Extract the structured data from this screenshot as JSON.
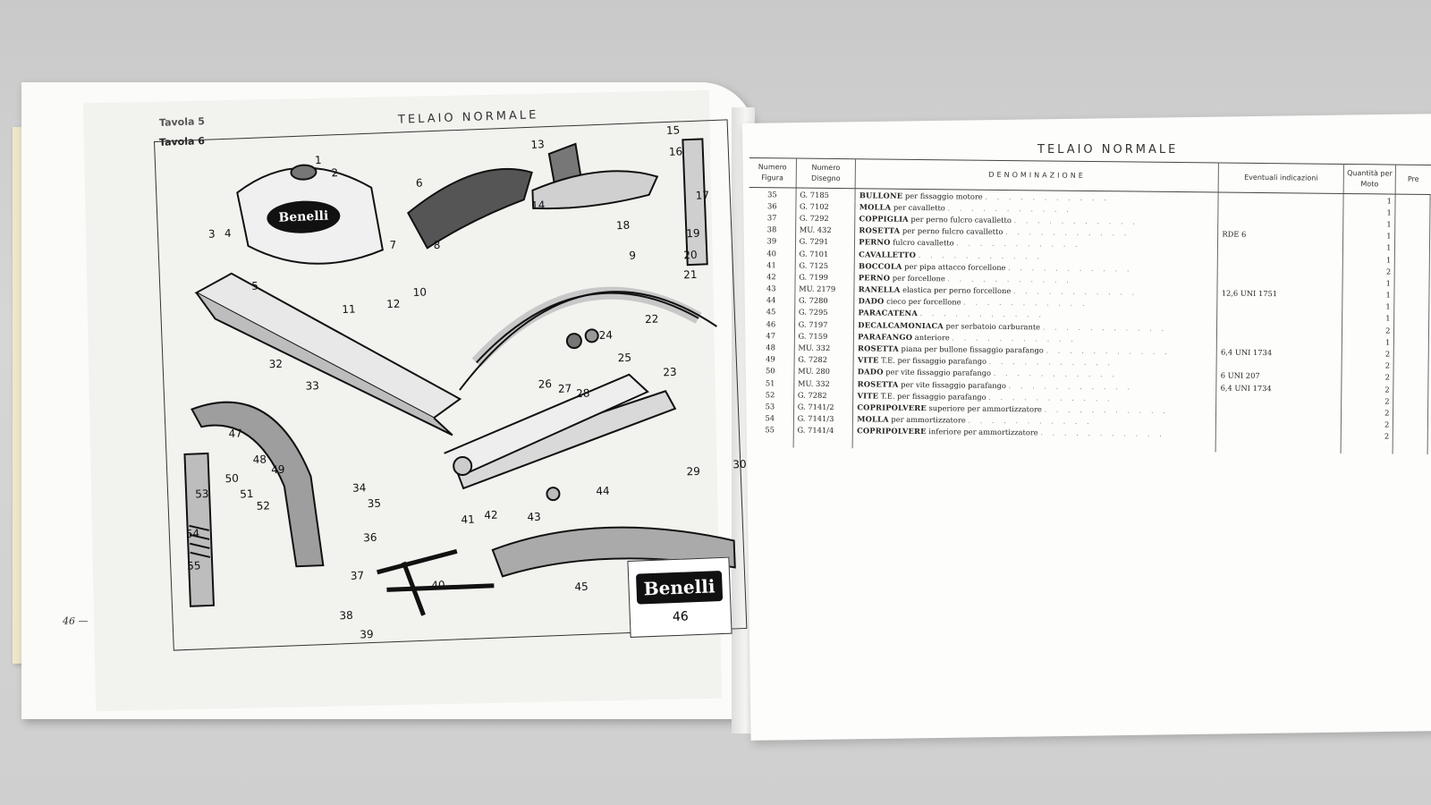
{
  "left_page": {
    "tavola_top": "Tavola 5",
    "tavola": "Tavola 6",
    "title": "TELAIO NORMALE",
    "page_number": "46 —",
    "logo_text": "Benelli",
    "logo_page": "46",
    "tank_logo": "Benelli",
    "callouts": [
      "1",
      "2",
      "3",
      "4",
      "5",
      "6",
      "7",
      "8",
      "9",
      "10",
      "11",
      "12",
      "13",
      "14",
      "15",
      "16",
      "17",
      "18",
      "19",
      "20",
      "21",
      "22",
      "23",
      "24",
      "25",
      "26",
      "27",
      "28",
      "29",
      "30",
      "32",
      "33",
      "34",
      "35",
      "36",
      "37",
      "38",
      "39",
      "40",
      "41",
      "42",
      "43",
      "44",
      "45",
      "47",
      "48",
      "49",
      "50",
      "51",
      "52",
      "53",
      "54",
      "55"
    ]
  },
  "right_page": {
    "title": "TELAIO NORMALE",
    "headers": {
      "figura": "Numero Figura",
      "disegno": "Numero Disegno",
      "denominazione": "DENOMINAZIONE",
      "indicazioni": "Eventuali indicazioni",
      "quantita": "Quantità per Moto",
      "prezzo": "Pre"
    },
    "rows": [
      {
        "fig": "35",
        "dis": "G.   7185",
        "name": "BULLONE",
        "desc": "per fissaggio motore",
        "ind": "",
        "qty": "1"
      },
      {
        "fig": "36",
        "dis": "G.   7102",
        "name": "MOLLA",
        "desc": "per cavalletto",
        "ind": "",
        "qty": "1"
      },
      {
        "fig": "37",
        "dis": "G.   7292",
        "name": "COPPIGLIA",
        "desc": "per perno fulcro cavalletto",
        "ind": "",
        "qty": "1"
      },
      {
        "fig": "38",
        "dis": "MU.   432",
        "name": "ROSETTA",
        "desc": "per perno fulcro cavalletto",
        "ind": "RDE 6",
        "qty": "1"
      },
      {
        "fig": "39",
        "dis": "G.   7291",
        "name": "PERNO",
        "desc": "fulcro cavalletto",
        "ind": "",
        "qty": "1"
      },
      {
        "fig": "40",
        "dis": "G.   7101",
        "name": "CAVALLETTO",
        "desc": "",
        "ind": "",
        "qty": "1"
      },
      {
        "fig": "41",
        "dis": "G.   7125",
        "name": "BOCCOLA",
        "desc": "per pipa attacco forcellone",
        "ind": "",
        "qty": "2"
      },
      {
        "fig": "42",
        "dis": "G.   7199",
        "name": "PERNO",
        "desc": "per forcellone",
        "ind": "",
        "qty": "1"
      },
      {
        "fig": "43",
        "dis": "MU. 2179",
        "name": "RANELLA",
        "desc": "elastica per perno forcellone",
        "ind": "12,6 UNI 1751",
        "qty": "1"
      },
      {
        "fig": "44",
        "dis": "G.   7280",
        "name": "DADO",
        "desc": "cieco per forcellone",
        "ind": "",
        "qty": "1"
      },
      {
        "fig": "45",
        "dis": "G.   7295",
        "name": "PARACATENA",
        "desc": "",
        "ind": "",
        "qty": "1"
      },
      {
        "fig": "46",
        "dis": "G.   7197",
        "name": "DECALCAMONIACA",
        "desc": "per serbatoio carburante",
        "ind": "",
        "qty": "2"
      },
      {
        "fig": "47",
        "dis": "G.   7159",
        "name": "PARAFANGO",
        "desc": "anteriore",
        "ind": "",
        "qty": "1"
      },
      {
        "fig": "48",
        "dis": "MU.   332",
        "name": "ROSETTA",
        "desc": "piana per bullone fissaggio parafango",
        "ind": "6,4 UNI 1734",
        "qty": "2"
      },
      {
        "fig": "49",
        "dis": "G.   7282",
        "name": "VITE",
        "desc": "T.E. per fissaggio parafango",
        "ind": "",
        "qty": "2"
      },
      {
        "fig": "50",
        "dis": "MU.   280",
        "name": "DADO",
        "desc": "per vite fissaggio parafango",
        "ind": "6 UNI 207",
        "qty": "2"
      },
      {
        "fig": "51",
        "dis": "MU.   332",
        "name": "ROSETTA",
        "desc": "per vite fissaggio parafango",
        "ind": "6,4 UNI 1734",
        "qty": "2"
      },
      {
        "fig": "52",
        "dis": "G.   7282",
        "name": "VITE",
        "desc": "T.E. per fissaggio parafango",
        "ind": "",
        "qty": "2"
      },
      {
        "fig": "53",
        "dis": "G.   7141/2",
        "name": "COPRIPOLVERE",
        "desc": "superiore per ammortizzatore",
        "ind": "",
        "qty": "2"
      },
      {
        "fig": "54",
        "dis": "G.   7141/3",
        "name": "MOLLA",
        "desc": "per ammortizzatore",
        "ind": "",
        "qty": "2"
      },
      {
        "fig": "55",
        "dis": "G.   7141/4",
        "name": "COPRIPOLVERE",
        "desc": "inferiore per ammortizzatore",
        "ind": "",
        "qty": "2"
      }
    ]
  },
  "colors": {
    "paper": "#fbfbf9",
    "ink": "#111111",
    "background": "#cfcfcf",
    "page_edge": "#efe7c8"
  }
}
